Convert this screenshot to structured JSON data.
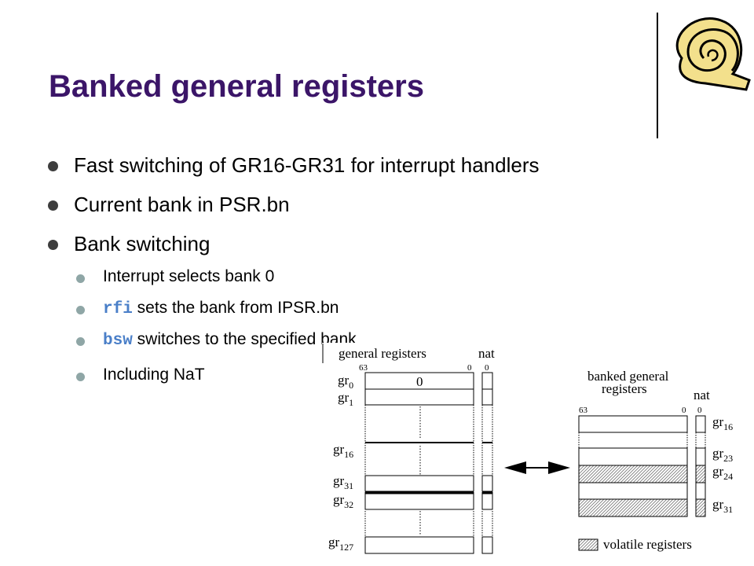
{
  "slide": {
    "title": "Banked general registers",
    "bullets": [
      "Fast switching of GR16-GR31 for interrupt handlers",
      "Current bank in PSR.bn",
      "Bank switching"
    ],
    "sub_bullets": [
      {
        "code": "",
        "text": "Interrupt selects bank 0"
      },
      {
        "code": "rfi",
        "text": " sets the bank from IPSR.bn"
      },
      {
        "code": "bsw",
        "text": " switches to the specified bank"
      },
      {
        "code": "",
        "text": "Including NaT"
      }
    ]
  },
  "diagram": {
    "general_registers_label": "general registers",
    "nat_label": "nat",
    "bit_high": "63",
    "bit_low": "0",
    "nat_bit": "0",
    "gr0_value": "0",
    "gr_prefix": "gr",
    "left_regs": [
      "0",
      "1",
      "16",
      "31",
      "32",
      "127"
    ],
    "banked_label_line1": "banked general",
    "banked_label_line2": "registers",
    "banked_nat_label": "nat",
    "right_regs": [
      "16",
      "23",
      "24",
      "31"
    ],
    "legend_label": "volatile registers"
  },
  "colors": {
    "title": "#3b1568",
    "bullet_l1": "#3d3d3d",
    "bullet_l2": "#8fa6a6",
    "code": "#4a7fc8",
    "logo_fill": "#f3e08c"
  },
  "icons": {
    "logo": "spiral-scroll-logo",
    "bullet_l1": "filled-circle",
    "bullet_l2": "filled-circle"
  }
}
